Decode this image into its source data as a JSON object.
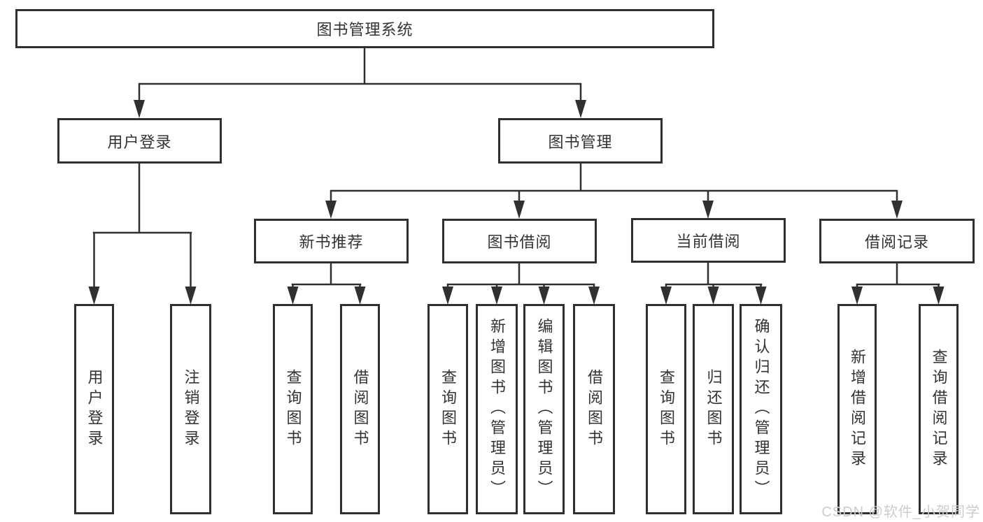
{
  "colors": {
    "line": "#303030",
    "box_border": "#303030",
    "text": "#333333",
    "watermark": "#cccccc"
  },
  "tree": {
    "label": "图书管理系统",
    "children": [
      {
        "label": "用户登录",
        "children": [
          {
            "label": "用户登录"
          },
          {
            "label": "注销登录"
          }
        ]
      },
      {
        "label": "图书管理",
        "children": [
          {
            "label": "新书推荐",
            "children": [
              {
                "label": "查询图书"
              },
              {
                "label": "借阅图书"
              }
            ]
          },
          {
            "label": "图书借阅",
            "children": [
              {
                "label": "查询图书"
              },
              {
                "label": "新增图书（管理员）"
              },
              {
                "label": "编辑图书（管理员）"
              },
              {
                "label": "借阅图书"
              }
            ]
          },
          {
            "label": "当前借阅",
            "children": [
              {
                "label": "查询图书"
              },
              {
                "label": "归还图书"
              },
              {
                "label": "确认归还（管理员）"
              }
            ]
          },
          {
            "label": "借阅记录",
            "children": [
              {
                "label": "新增借阅记录"
              },
              {
                "label": "查询借阅记录"
              }
            ]
          }
        ]
      }
    ]
  },
  "watermark": {
    "text": "CSDN @软件_小贺同学"
  }
}
